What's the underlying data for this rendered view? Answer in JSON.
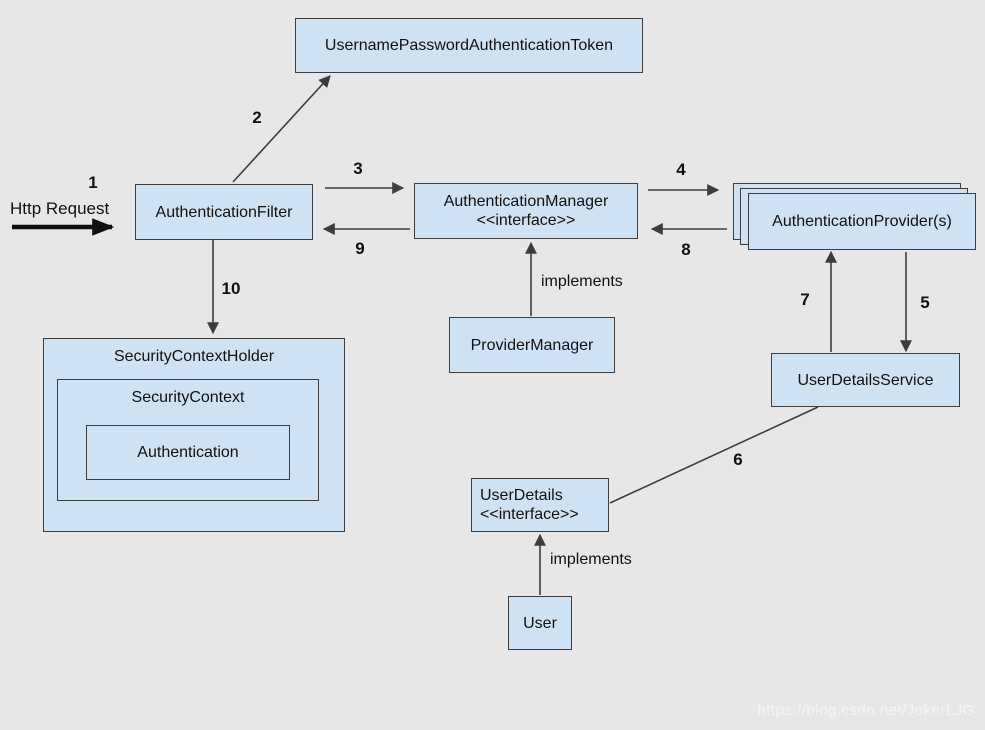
{
  "diagram": {
    "watermark": "https://blog.csdn.net/JokerLJG",
    "nodes": {
      "token": {
        "label": "UsernamePasswordAuthenticationToken"
      },
      "filter": {
        "label": "AuthenticationFilter"
      },
      "manager": {
        "label": "AuthenticationManager",
        "stereotype": "<<interface>>"
      },
      "providers": {
        "label": "AuthenticationProvider(s)"
      },
      "provider_manager": {
        "label": "ProviderManager"
      },
      "user_details_service": {
        "label": "UserDetailsService"
      },
      "user_details": {
        "label": "UserDetails",
        "stereotype": "<<interface>>"
      },
      "user": {
        "label": "User"
      },
      "security_context_holder": {
        "label": "SecurityContextHolder"
      },
      "security_context": {
        "label": "SecurityContext"
      },
      "authentication": {
        "label": "Authentication"
      }
    },
    "labels": {
      "http_request": "Http Request",
      "implements_top": "implements",
      "implements_bottom": "implements",
      "n1": "1",
      "n2": "2",
      "n3": "3",
      "n4": "4",
      "n5": "5",
      "n6": "6",
      "n7": "7",
      "n8": "8",
      "n9": "9",
      "n10": "10"
    },
    "colors": {
      "background": "#e7e7e7",
      "node_fill": "#cfe2f3",
      "node_border": "#3d3d3d",
      "line": "#3d3d3d",
      "text": "#111111",
      "watermark": "#f4f4f2"
    }
  }
}
